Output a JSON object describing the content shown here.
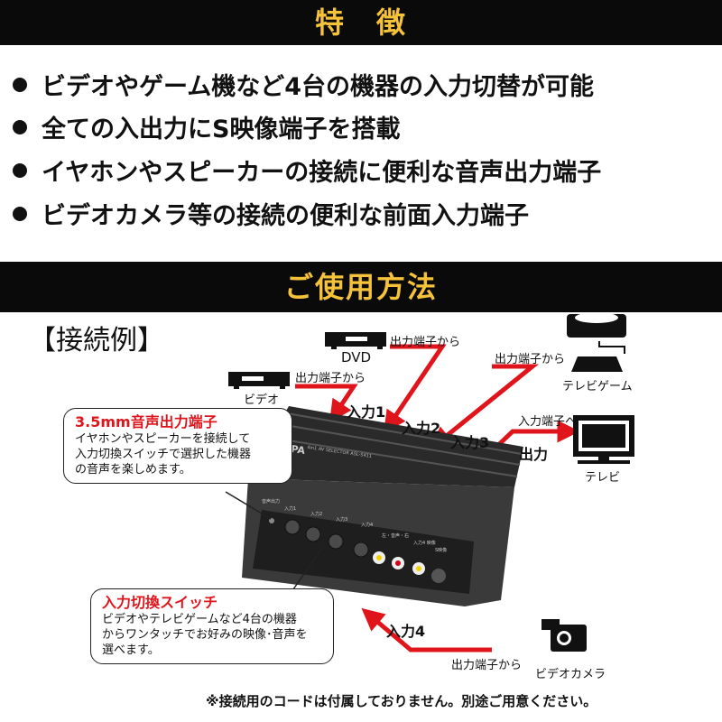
{
  "features": {
    "title": "特　徴",
    "items": [
      "ビデオやゲーム機など4台の機器の入力切替が可能",
      "全ての入出力にS映像端子を搭載",
      "イヤホンやスピーカーの接続に便利な音声出力端子",
      "ビデオカメラ等の接続の便利な前面入力端子"
    ]
  },
  "usage": {
    "title": "ご使用方法",
    "example_label": "【接続例】"
  },
  "devices": {
    "video": {
      "name": "ビデオ",
      "from": "出力端子から",
      "input": "入力1"
    },
    "dvd": {
      "name": "DVD",
      "from": "出力端子から",
      "input": "入力2"
    },
    "game": {
      "name": "テレビゲーム",
      "from": "出力端子から",
      "input": "入力3"
    },
    "tv": {
      "name": "テレビ",
      "to": "入力端子へ",
      "output": "出力"
    },
    "camera": {
      "name": "ビデオカメラ",
      "from": "出力端子から",
      "input": "入力4"
    }
  },
  "selector": {
    "brand": "ELPA",
    "model": "4in1 AV SELECTOR ASL-S411",
    "labels": [
      "音声出力",
      "入力1",
      "入力2",
      "入力3",
      "入力4",
      "左・音声・右",
      "入力4 映像",
      "S映像"
    ]
  },
  "callouts": {
    "audio": {
      "title": "3.5mm音声出力端子",
      "body": [
        "イヤホンやスピーカーを接続して",
        "入力切換スイッチで選択した機器",
        "の音声を楽しめます。"
      ]
    },
    "switch": {
      "title": "入力切換スイッチ",
      "body": [
        "ビデオやテレビゲームなど4台の機器",
        "からワンタッチでお好みの映像･音声を",
        "選べます。"
      ]
    }
  },
  "note": "※接続用のコードは付属しておりません。別途ご用意ください。",
  "colors": {
    "accent": "#e0151b",
    "header_text": "#f5c23a",
    "bar": "#0a0a0a"
  }
}
